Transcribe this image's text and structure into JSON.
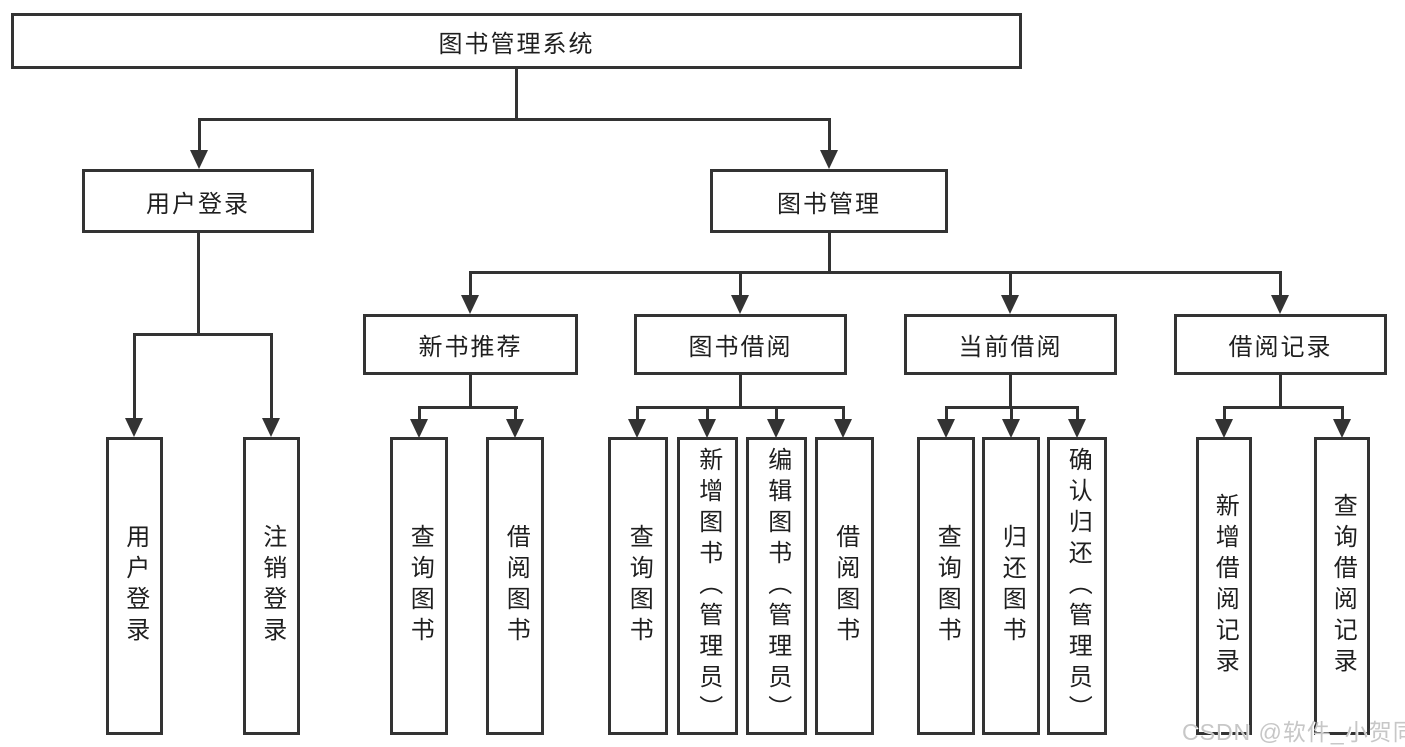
{
  "diagram": {
    "root": "图书管理系统",
    "branches": {
      "user_login": "用户登录",
      "book_mgmt": "图书管理"
    },
    "modules": {
      "new_book": "新书推荐",
      "borrow": "图书借阅",
      "current": "当前借阅",
      "records": "借阅记录"
    },
    "leaves": {
      "user_login": [
        "用户登录",
        "注销登录"
      ],
      "new_book": [
        "查询图书",
        "借阅图书"
      ],
      "borrow": [
        "查询图书",
        "新增图书（管理员）",
        "编辑图书（管理员）",
        "借阅图书"
      ],
      "current": [
        "查询图书",
        "归还图书",
        "确认归还（管理员）"
      ],
      "records": [
        "新增借阅记录",
        "查询借阅记录"
      ]
    }
  },
  "watermark": "CSDN @软件_小贺同学",
  "colors": {
    "line": "#333333",
    "text": "#1f1f1f",
    "background": "#ffffff",
    "watermark": "#c7c7c7"
  }
}
